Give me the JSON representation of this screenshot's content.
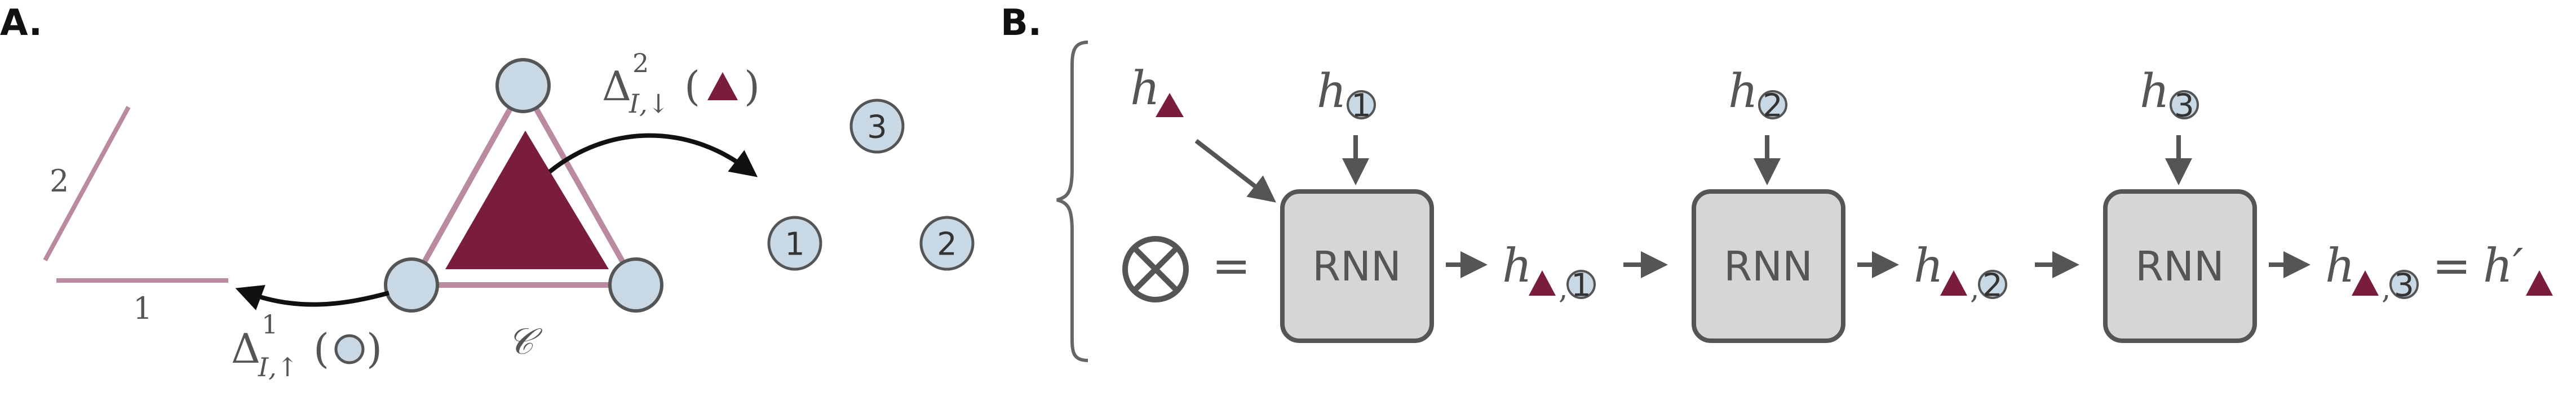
{
  "panels": {
    "a_label": "A.",
    "b_label": "B."
  },
  "panel_a": {
    "edge_labels": [
      "2",
      "1"
    ],
    "node_labels": [
      "3",
      "1",
      "2"
    ],
    "complex_label": "𝒞",
    "delta_down": {
      "symbol": "Δ",
      "superscript": "2",
      "subscript": "I,↓"
    },
    "delta_up": {
      "symbol": "Δ",
      "superscript": "1",
      "subscript": "I,↑"
    }
  },
  "panel_b": {
    "h_symbol": "h",
    "inputs": [
      "1",
      "2",
      "3"
    ],
    "rnn_label": "RNN",
    "equals": "=",
    "otimes": "⊗",
    "output_prime": "h′",
    "subscript_comma": ","
  },
  "colors": {
    "maroon": "#7a1c3b",
    "light_maroon": "#b98aa0",
    "node_fill": "#c8d8e4",
    "node_stroke": "#555555",
    "rnn_fill": "#d6d6d6",
    "arrow": "#555555"
  }
}
